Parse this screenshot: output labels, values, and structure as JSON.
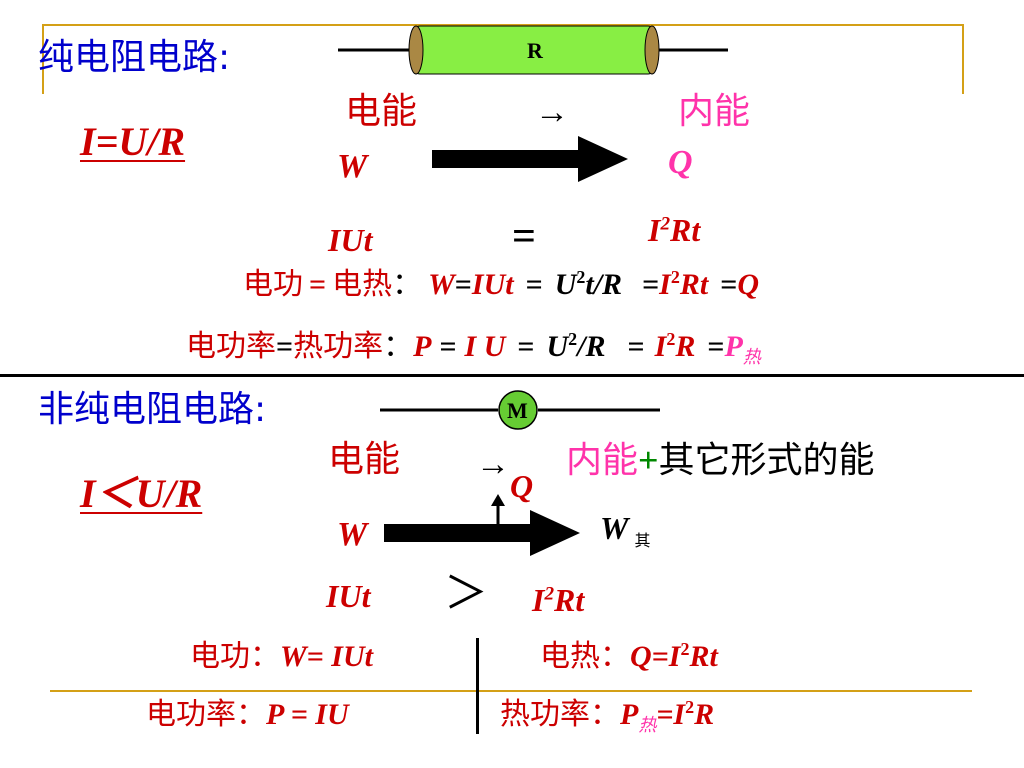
{
  "colors": {
    "blue": "#0000cc",
    "magenta": "#ff33aa",
    "red": "#cc0000",
    "green": "#008800",
    "resistor": "#88ee44",
    "motor": "#66cc33",
    "gold": "#d4a017"
  },
  "top": {
    "title": "纯电阻电路:",
    "resistor_label": "R",
    "formula": "I=U/R",
    "energy_from": "电能",
    "arrow_glyph": "→",
    "energy_to": "内能",
    "W": "W",
    "Q": "Q",
    "IUt": "IUt",
    "equals": "=",
    "I2Rt": {
      "base": "I",
      "sup": "2",
      "rest": "Rt"
    },
    "work_line": {
      "label1": "电功",
      "eq": "=",
      "label2": "电热",
      "colon": "：",
      "W": "W",
      "eq2": "=",
      "IUt": "IUt",
      "eq3": "=",
      "U": "U",
      "sup2": "2",
      "tR": "t/R",
      "eq4": "=",
      "I": "I",
      "sup3": "2",
      "Rt": "Rt",
      "eq5": "=",
      "Q": "Q"
    },
    "power_line": {
      "label1": "电功率",
      "eq": "=",
      "label2": "热功率",
      "colon": "：",
      "P": "P",
      "eq2": "=",
      "IU": "I U",
      "eq3": "=",
      "U": "U",
      "sup2": "2",
      "R": "/R",
      "eq4": "=",
      "I": "I",
      "sup3": "2",
      "R2": "R",
      "eq5": "=",
      "sub": "热"
    }
  },
  "bottom": {
    "title": "非纯电阻电路:",
    "motor_label": "M",
    "formula": "I＜U/R",
    "energy_from": "电能",
    "arrow_glyph": "→",
    "energy_to": "内能",
    "plus": "+",
    "other": "其它形式的能",
    "Q": "Q",
    "W": "W",
    "W_other": "W",
    "W_other_sub": "其",
    "IUt": "IUt",
    "greater": "＞",
    "I2Rt": {
      "base": "I",
      "sup": "2",
      "rest": "Rt"
    },
    "work": {
      "label": "电功：",
      "formula": "W= IUt"
    },
    "heat": {
      "label": "电热：",
      "Q": "Q=I",
      "sup": "2",
      "rest": "Rt"
    },
    "power": {
      "label": "电功率：",
      "formula": "P = IU"
    },
    "heat_power": {
      "label": "热功率：",
      "P": "P",
      "sub": "热",
      "rest": "=I",
      "sup": "2",
      "R": "R"
    }
  }
}
